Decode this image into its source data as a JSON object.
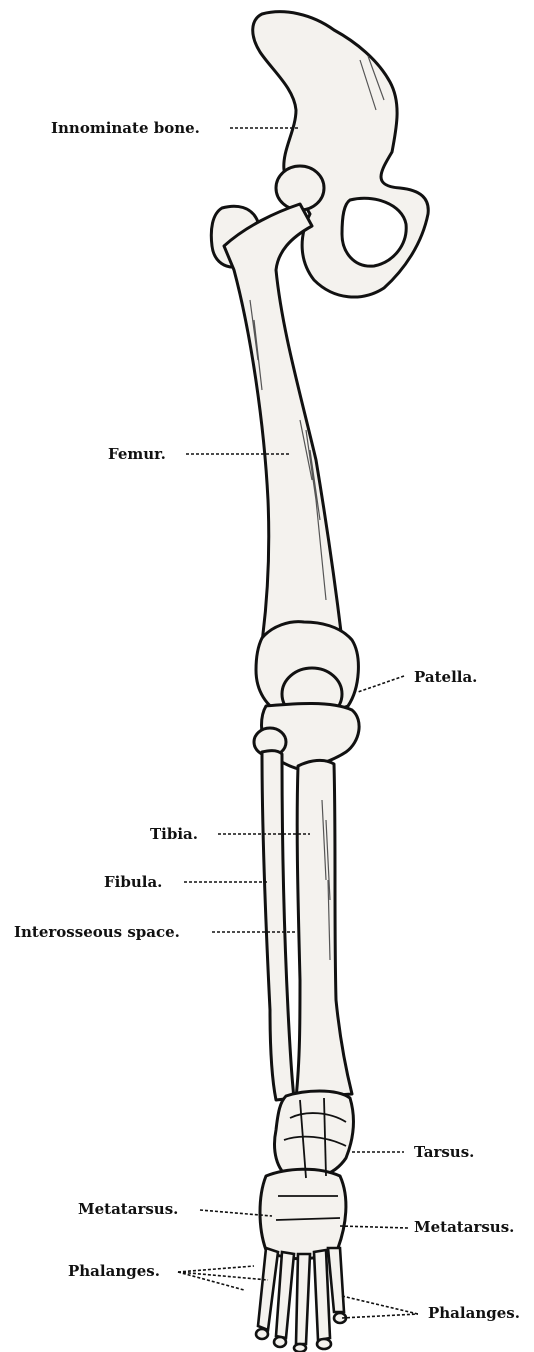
{
  "labels": {
    "innominate": "Innominate bone.",
    "femur": "Femur.",
    "patella": "Patella.",
    "tibia": "Tibia.",
    "fibula": "Fibula.",
    "interosseous": "Interosseous space.",
    "tarsus": "Tarsus.",
    "metatarsus_left": "Metatarsus.",
    "metatarsus_right": "Metatarsus.",
    "phalanges_left": "Phalanges.",
    "phalanges_right": "Phalanges."
  },
  "colors": {
    "ink": "#111111",
    "bone": "#f4f2ee",
    "shade": "#555555"
  }
}
